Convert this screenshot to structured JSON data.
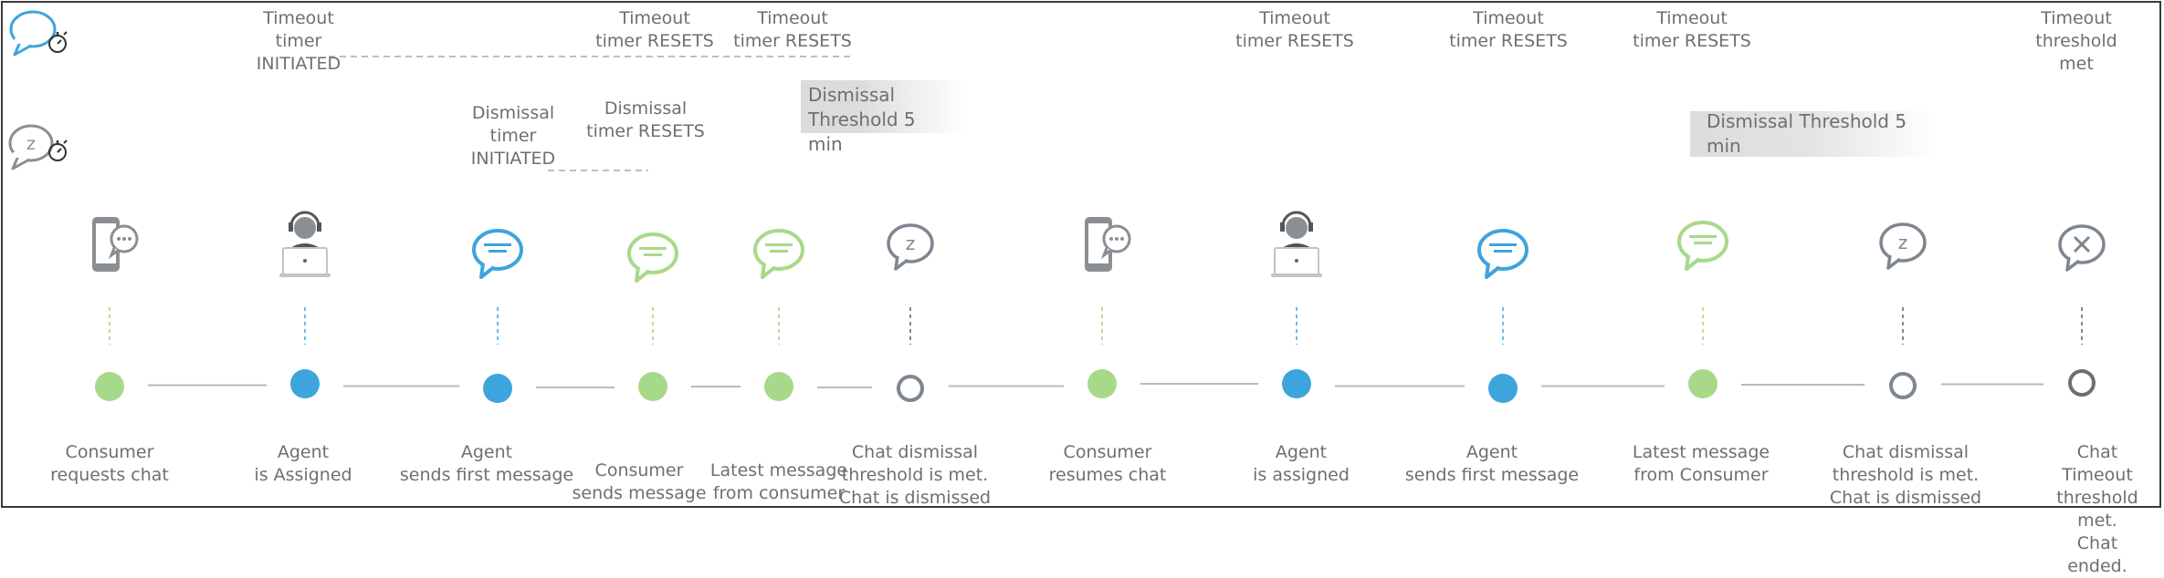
{
  "colors": {
    "consumer_green": "#a8d98a",
    "agent_blue": "#3ea4dd",
    "dismiss_grey": "#7e8790",
    "line_grey": "#b9b9b9",
    "text_grey": "#6f6f6f"
  },
  "legend": {
    "timeout_icon": "chat-bubble-stopwatch-icon",
    "dismissal_icon": "sleep-bubble-stopwatch-icon"
  },
  "timeout_notes": [
    "Timeout\ntimer\nINITIATED",
    "Timeout\ntimer RESETS",
    "Timeout\ntimer RESETS",
    "Timeout\ntimer RESETS",
    "Timeout\ntimer RESETS",
    "Timeout\ntimer RESETS",
    "Timeout\nthreshold met"
  ],
  "dismissal_notes": [
    "Dismissal\ntimer\nINITIATED",
    "Dismissal\ntimer RESETS"
  ],
  "banners": [
    "Dismissal Threshold 5\nmin",
    "Dismissal Threshold 5 min"
  ],
  "steps": [
    {
      "icon": "phone-chat-icon",
      "kind": "consumer",
      "label": "Consumer\nrequests chat"
    },
    {
      "icon": "agent-headset-icon",
      "kind": "agent",
      "label": "Agent\nis Assigned"
    },
    {
      "icon": "chat-bubble-icon",
      "kind": "agent",
      "label": "Agent\nsends first message"
    },
    {
      "icon": "chat-bubble-icon",
      "kind": "consumer",
      "label": "Consumer\nsends message"
    },
    {
      "icon": "chat-bubble-icon",
      "kind": "consumer",
      "label": "Latest message\nfrom consumer"
    },
    {
      "icon": "dismiss-bubble-icon",
      "kind": "dismiss",
      "label": "Chat dismissal\nthreshold is met.\nChat is dismissed"
    },
    {
      "icon": "phone-chat-icon",
      "kind": "consumer",
      "label": "Consumer\nresumes chat"
    },
    {
      "icon": "agent-headset-icon",
      "kind": "agent",
      "label": "Agent\nis assigned"
    },
    {
      "icon": "chat-bubble-icon",
      "kind": "agent",
      "label": "Agent\nsends first message"
    },
    {
      "icon": "chat-bubble-icon",
      "kind": "consumer",
      "label": "Latest message\nfrom  Consumer"
    },
    {
      "icon": "dismiss-bubble-icon",
      "kind": "dismiss",
      "label": "Chat dismissal\nthreshold is met.\nChat is dismissed"
    },
    {
      "icon": "close-bubble-icon",
      "kind": "end",
      "label": "Chat Timeout\nthreshold met.\nChat ended."
    }
  ]
}
